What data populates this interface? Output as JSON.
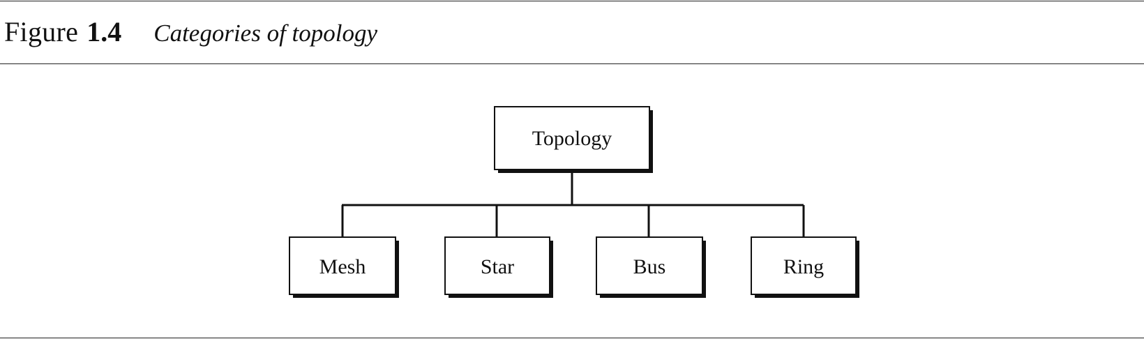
{
  "caption": {
    "figure_word": "Figure",
    "figure_number": "1.4",
    "title": "Categories of topology"
  },
  "diagram": {
    "root": "Topology",
    "children": [
      "Mesh",
      "Star",
      "Bus",
      "Ring"
    ]
  }
}
